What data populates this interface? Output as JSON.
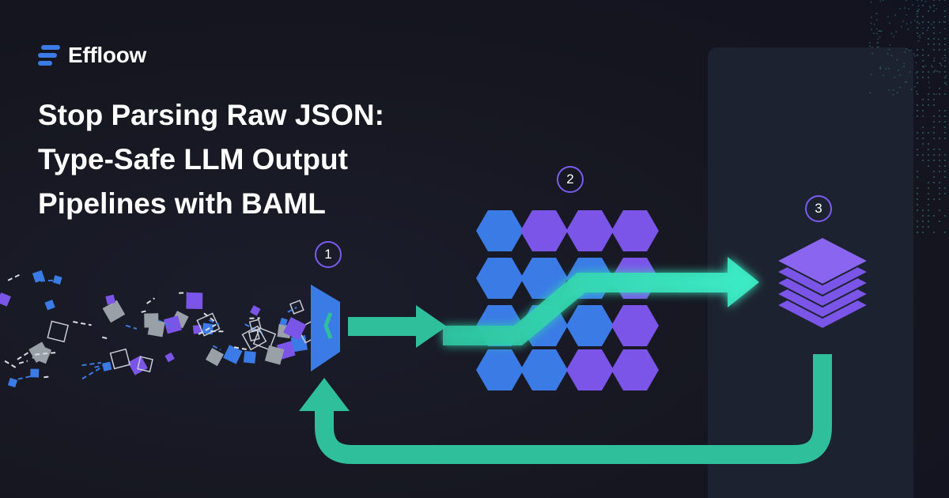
{
  "brand": {
    "name": "Effloow",
    "logo_icon": "stacked-lines-logo-icon"
  },
  "headline": {
    "lines": [
      "Stop Parsing Raw JSON:",
      "Type-Safe LLM Output",
      "Pipelines with BAML"
    ]
  },
  "steps": [
    "1",
    "2",
    "3"
  ],
  "colors": {
    "background": "#14151f",
    "panel": "#1d2230",
    "blue": "#3b7be6",
    "purple": "#7a55e8",
    "teal": "#2fbf9a",
    "glow": "#3df0c8"
  }
}
